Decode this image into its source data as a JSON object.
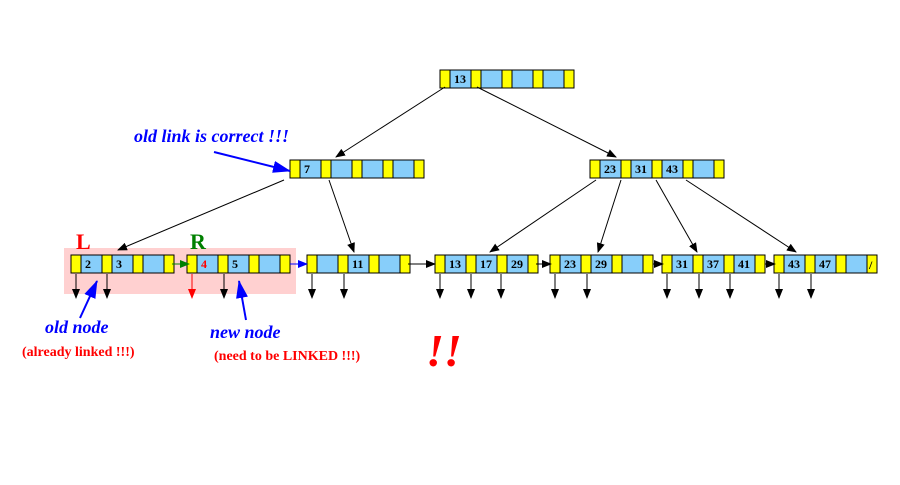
{
  "colors": {
    "pointer_cell": "#ffff00",
    "key_cell": "#87cefa",
    "highlight": "#ffd0d0",
    "blue": "#0000ff",
    "red": "#ff0000",
    "green": "#008000",
    "black": "#000000"
  },
  "tree": {
    "root": {
      "keys": [
        "13",
        "",
        "",
        ""
      ]
    },
    "inner_left": {
      "keys": [
        "7",
        "",
        "",
        ""
      ]
    },
    "inner_right": {
      "keys": [
        "23",
        "31",
        "43",
        ""
      ]
    },
    "leaves": [
      {
        "id": "L",
        "keys": [
          "2",
          "3",
          ""
        ]
      },
      {
        "id": "R",
        "keys": [
          "4",
          "5",
          ""
        ]
      },
      {
        "id": "leaf-11",
        "keys": [
          "",
          "11",
          ""
        ]
      },
      {
        "id": "leaf-13",
        "keys": [
          "13",
          "17",
          "29"
        ]
      },
      {
        "id": "leaf-23",
        "keys": [
          "23",
          "29",
          ""
        ]
      },
      {
        "id": "leaf-31",
        "keys": [
          "31",
          "37",
          "41"
        ]
      },
      {
        "id": "leaf-43",
        "keys": [
          "43",
          "47",
          ""
        ]
      }
    ],
    "null_pointer_symbol": "/"
  },
  "labels": {
    "L": "L",
    "R": "R",
    "old_link": "old link is correct !!!",
    "old_node": "old node",
    "already_linked": "(already linked !!!)",
    "new_node": "new node",
    "need_linked": "(need to be LINKED !!!)",
    "exclaim": "!!"
  }
}
